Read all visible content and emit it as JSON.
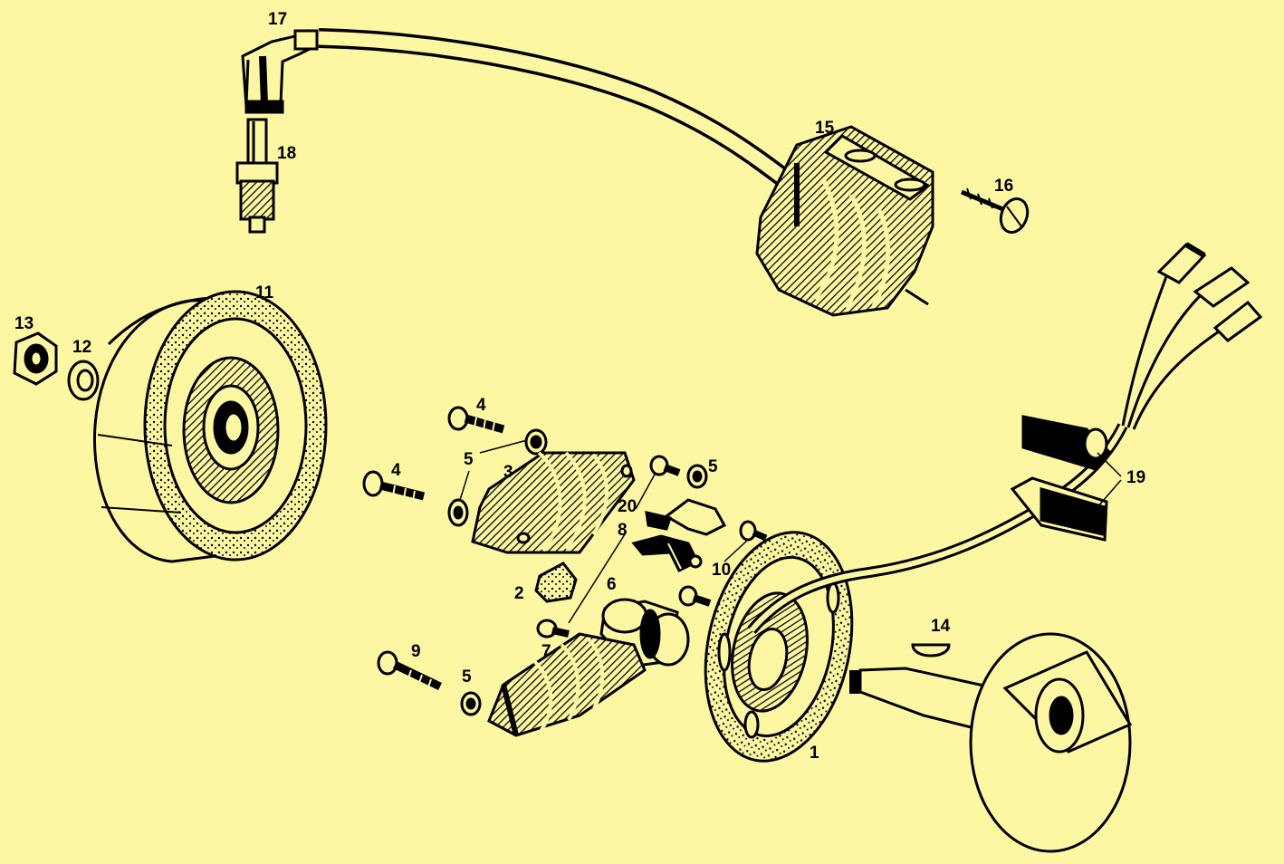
{
  "colors": {
    "background": "#fdf7a4",
    "ink": "#000000"
  },
  "callouts": {
    "n1": "1",
    "n2": "2",
    "n3": "3",
    "n4a": "4",
    "n4b": "4",
    "n5a": "5",
    "n5b": "5",
    "n5c": "5",
    "n6": "6",
    "n7": "7",
    "n8": "8",
    "n9": "9",
    "n10": "10",
    "n11": "11",
    "n12": "12",
    "n13": "13",
    "n14": "14",
    "n15": "15",
    "n16": "16",
    "n17": "17",
    "n18": "18",
    "n19": "19",
    "n20": "20"
  }
}
